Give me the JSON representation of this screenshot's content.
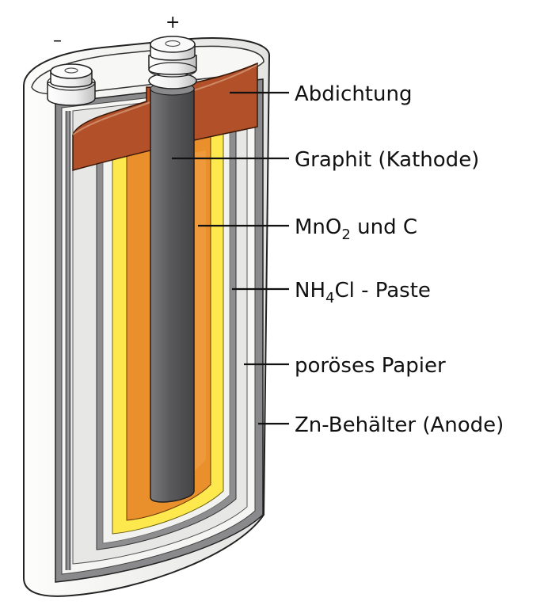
{
  "terminals": {
    "minus": "–",
    "plus": "+"
  },
  "labels": {
    "seal": "Abdichtung",
    "cathode": "Graphit (Kathode)",
    "mno2_a": "MnO",
    "mno2_sub": "2",
    "mno2_b": " und C",
    "nh4cl_a": "NH",
    "nh4cl_sub": "4",
    "nh4cl_b": "Cl - Paste",
    "paper": "poröses Papier",
    "zinc": "Zn-Behälter (Anode)"
  },
  "colors": {
    "seal": "#b2502a",
    "graphite": "#5d5d5f",
    "mno2": "#e98f2b",
    "paste": "#fde94e",
    "paper": "#eeeeec",
    "zinc": "#8c8c8e",
    "outer": "#f3f3f1"
  }
}
